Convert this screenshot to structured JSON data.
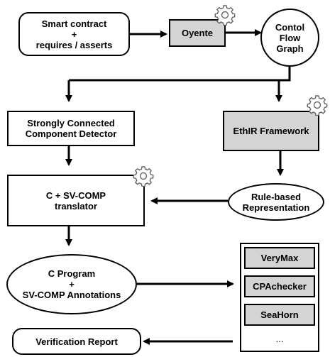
{
  "nodes": {
    "smart_contract": "Smart contract\n+\nrequires / asserts",
    "oyente": "Oyente",
    "cfg": "Contol\nFlow\nGraph",
    "scc": "Strongly Connected\nComponent Detector",
    "ethir": "EthIR Framework",
    "translator": "C + SV-COMP\ntranslator",
    "rule_based": "Rule-based\nRepresentation",
    "c_program": "C Program\n+\nSV-COMP Annotations",
    "verification_report": "Verification Report",
    "verifiers": [
      "VeryMax",
      "CPAchecker",
      "SeaHorn",
      "..."
    ]
  },
  "colors": {
    "stroke": "#000000",
    "tool_fill": "#d4d4d4",
    "gear": "#666666"
  },
  "icons": [
    "gear-icon"
  ]
}
